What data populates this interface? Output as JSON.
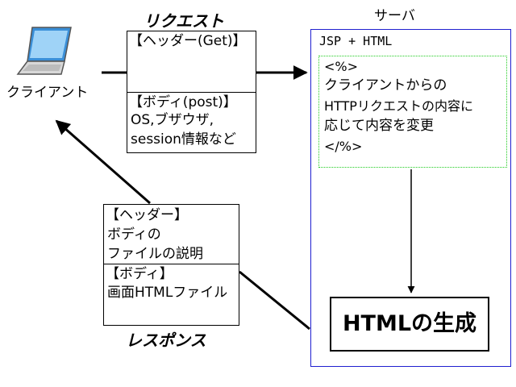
{
  "client": {
    "label": "クライアント"
  },
  "request": {
    "title": "リクエスト",
    "header": "【ヘッダー(Get)】",
    "body_title": "【ボディ(post)】",
    "body_line1": "OS,ブザウザ,",
    "body_line2": "session情報など"
  },
  "server": {
    "title": "サーバ",
    "tech": "JSP + HTML",
    "code_open": "<%>",
    "code_line1": "クライアントからの",
    "code_line2": "HTTPリクエストの内容に",
    "code_line3": "応じて内容を変更",
    "code_close": "</%>",
    "generate": "HTMLの生成"
  },
  "response": {
    "title": "レスポンス",
    "header_title": "【ヘッダー】",
    "header_line1": "ボディの",
    "header_line2": "ファイルの説明",
    "body_title": "【ボディ】",
    "body_line1": "画面HTMLファイル"
  },
  "colors": {
    "server_border": "#2020d0",
    "code_border": "#22cc22"
  }
}
